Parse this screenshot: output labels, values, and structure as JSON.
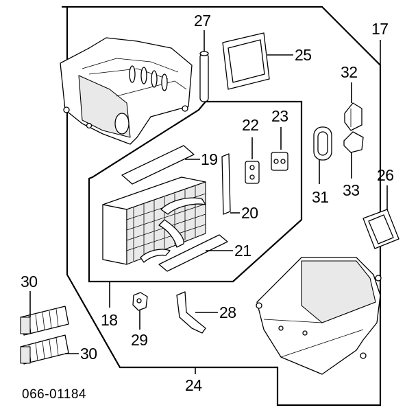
{
  "diagram_code": "066-01184",
  "callouts": {
    "c17": "17",
    "c18": "18",
    "c19": "19",
    "c20": "20",
    "c21": "21",
    "c22": "22",
    "c23": "23",
    "c24": "24",
    "c25": "25",
    "c26": "26",
    "c27": "27",
    "c28": "28",
    "c29": "29",
    "c30a": "30",
    "c30b": "30",
    "c31": "31",
    "c32": "32",
    "c33": "33"
  }
}
